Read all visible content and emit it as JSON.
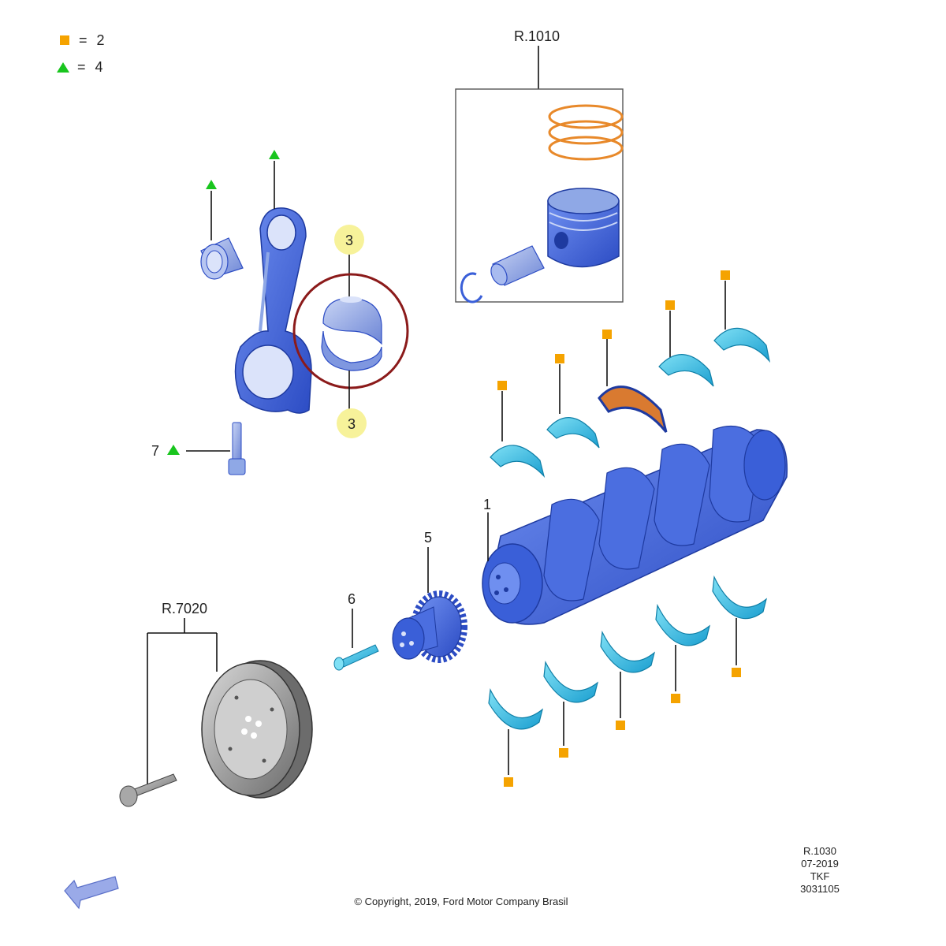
{
  "legend": [
    {
      "marker": "orange-square",
      "color": "#f5a300",
      "eq": "=",
      "count": "2"
    },
    {
      "marker": "green-triangle",
      "color": "#19c51e",
      "eq": "=",
      "count": "4"
    }
  ],
  "refs": {
    "piston_kit": "R.1010",
    "flywheel": "R.7020"
  },
  "callouts": {
    "crankshaft": "1",
    "bearing_top": "3",
    "bearing_bottom": "3",
    "sprocket": "5",
    "bolt_small": "6",
    "conrod_bolt": "7"
  },
  "footer": {
    "page_ref": "R.1030",
    "date": "07-2019",
    "code": "TKF",
    "number": "3031105",
    "copyright": "© Copyright, 2019, Ford Motor Company Brasil"
  },
  "colors": {
    "part_blue": "#3a5fd8",
    "part_light_blue": "#8fa8e6",
    "bearing_cyan": "#2fbde6",
    "ring_orange": "#e8892a",
    "highlight_yellow": "#f7f29a",
    "circle_red": "#8b1a1a",
    "flywheel_grey": "#8a8a8a"
  },
  "icons": {
    "back": "arrow-left-icon"
  }
}
